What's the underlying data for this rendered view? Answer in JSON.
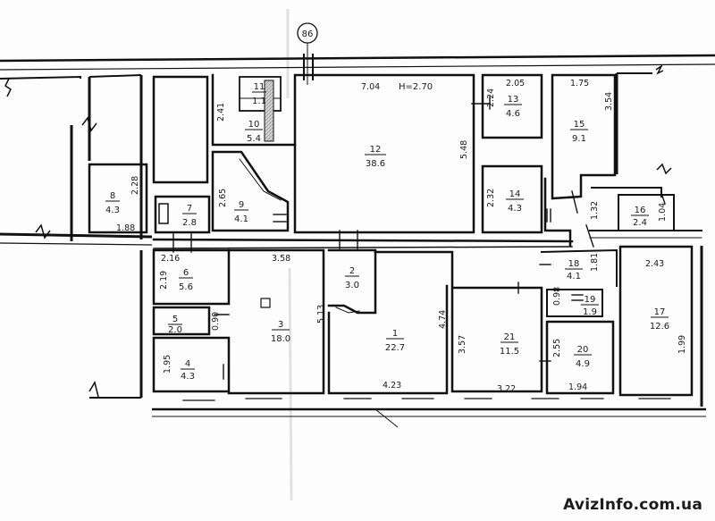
{
  "axis_marker": "86",
  "height_note": "H=2.70",
  "rooms": [
    {
      "id": "r1",
      "num": "1",
      "area": "22.7"
    },
    {
      "id": "r2",
      "num": "2",
      "area": "3.0"
    },
    {
      "id": "r3",
      "num": "3",
      "area": "18.0"
    },
    {
      "id": "r4",
      "num": "4",
      "area": "4.3"
    },
    {
      "id": "r5",
      "num": "5",
      "area": "2.0"
    },
    {
      "id": "r6",
      "num": "6",
      "area": "5.6"
    },
    {
      "id": "r7",
      "num": "7",
      "area": "2.8"
    },
    {
      "id": "r8",
      "num": "8",
      "area": "4.3"
    },
    {
      "id": "r9",
      "num": "9",
      "area": "4.1"
    },
    {
      "id": "r10",
      "num": "10",
      "area": "5.4"
    },
    {
      "id": "r11",
      "num": "11",
      "area": "1.1"
    },
    {
      "id": "r12",
      "num": "12",
      "area": "38.6"
    },
    {
      "id": "r13",
      "num": "13",
      "area": "4.6"
    },
    {
      "id": "r14",
      "num": "14",
      "area": "4.3"
    },
    {
      "id": "r15",
      "num": "15",
      "area": "9.1"
    },
    {
      "id": "r16",
      "num": "16",
      "area": "2.4"
    },
    {
      "id": "r17",
      "num": "17",
      "area": "12.6"
    },
    {
      "id": "r18",
      "num": "18",
      "area": "4.1"
    },
    {
      "id": "r19",
      "num": "19",
      "area": "1.9"
    },
    {
      "id": "r20",
      "num": "20",
      "area": "4.9"
    },
    {
      "id": "r21",
      "num": "21",
      "area": "11.5"
    }
  ],
  "dimensions": [
    "7.04",
    "2.05",
    "2.24",
    "1.75",
    "3.54",
    "2.41",
    "5.48",
    "2.28",
    "2.65",
    "2.32",
    "1.32",
    "1.04",
    "1.88",
    "2.16",
    "3.58",
    "2.43",
    "1.81",
    "2.19",
    "0.98",
    "0.90",
    "5.13",
    "4.74",
    "3.57",
    "2.55",
    "1.99",
    "1.95",
    "4.23",
    "3.22",
    "1.94"
  ],
  "watermark": "AvizInfo.com.ua"
}
